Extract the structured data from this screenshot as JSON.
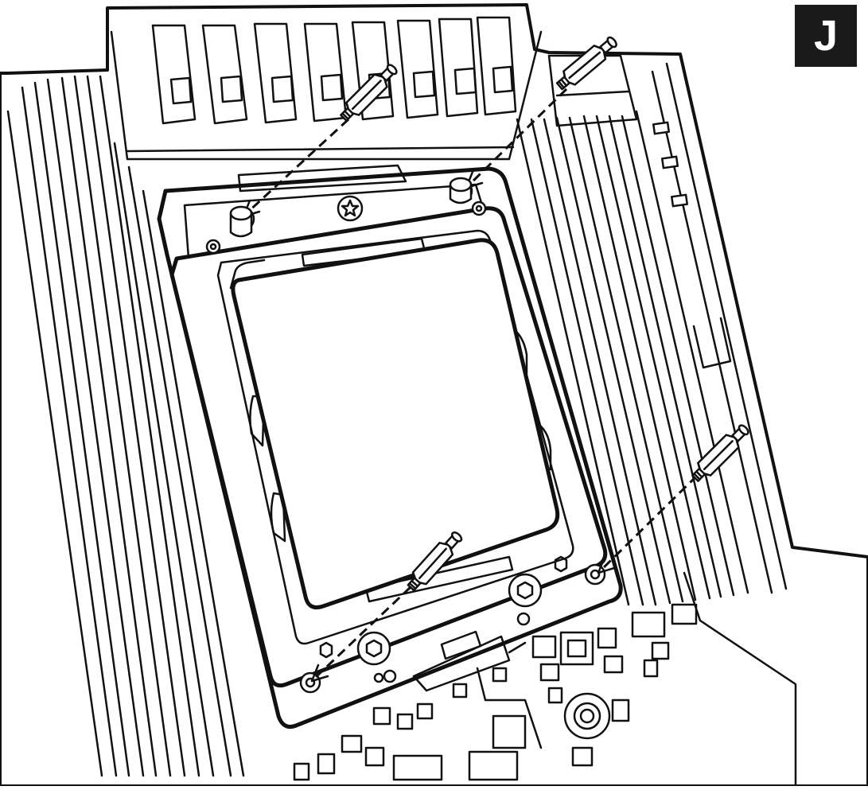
{
  "step_label": "J",
  "colors": {
    "line": "#111111",
    "background": "#ffffff",
    "badge": "#1a1a1a"
  },
  "figure": {
    "subject": "cpu-socket-standoff-installation",
    "standoff_count": 4
  }
}
